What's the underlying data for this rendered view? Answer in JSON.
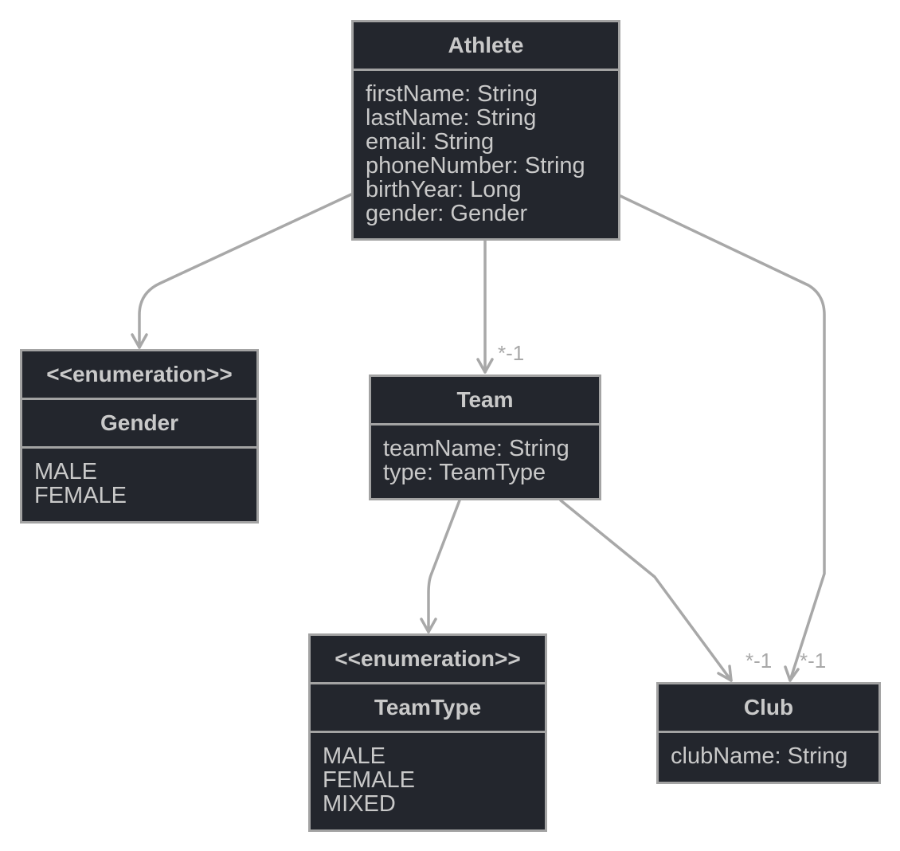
{
  "classes": {
    "athlete": {
      "name": "Athlete",
      "attributes": [
        "firstName: String",
        "lastName: String",
        "email: String",
        "phoneNumber: String",
        "birthYear: Long",
        "gender: Gender"
      ]
    },
    "gender": {
      "stereotype": "<<enumeration>>",
      "name": "Gender",
      "values": [
        "MALE",
        "FEMALE"
      ]
    },
    "team": {
      "name": "Team",
      "attributes": [
        "teamName: String",
        "type: TeamType"
      ]
    },
    "teamtype": {
      "stereotype": "<<enumeration>>",
      "name": "TeamType",
      "values": [
        "MALE",
        "FEMALE",
        "MIXED"
      ]
    },
    "club": {
      "name": "Club",
      "attributes": [
        "clubName: String"
      ]
    }
  },
  "relations": {
    "athlete_team": {
      "multiplicity": "*-1"
    },
    "team_club": {
      "multiplicity": "*-1"
    },
    "athlete_club": {
      "multiplicity": "*-1"
    }
  },
  "colors": {
    "box_fill": "#23262d",
    "box_border": "#a3a3a3",
    "text": "#c9c9c9",
    "edge": "#a8a8a8",
    "background": "#ffffff"
  }
}
